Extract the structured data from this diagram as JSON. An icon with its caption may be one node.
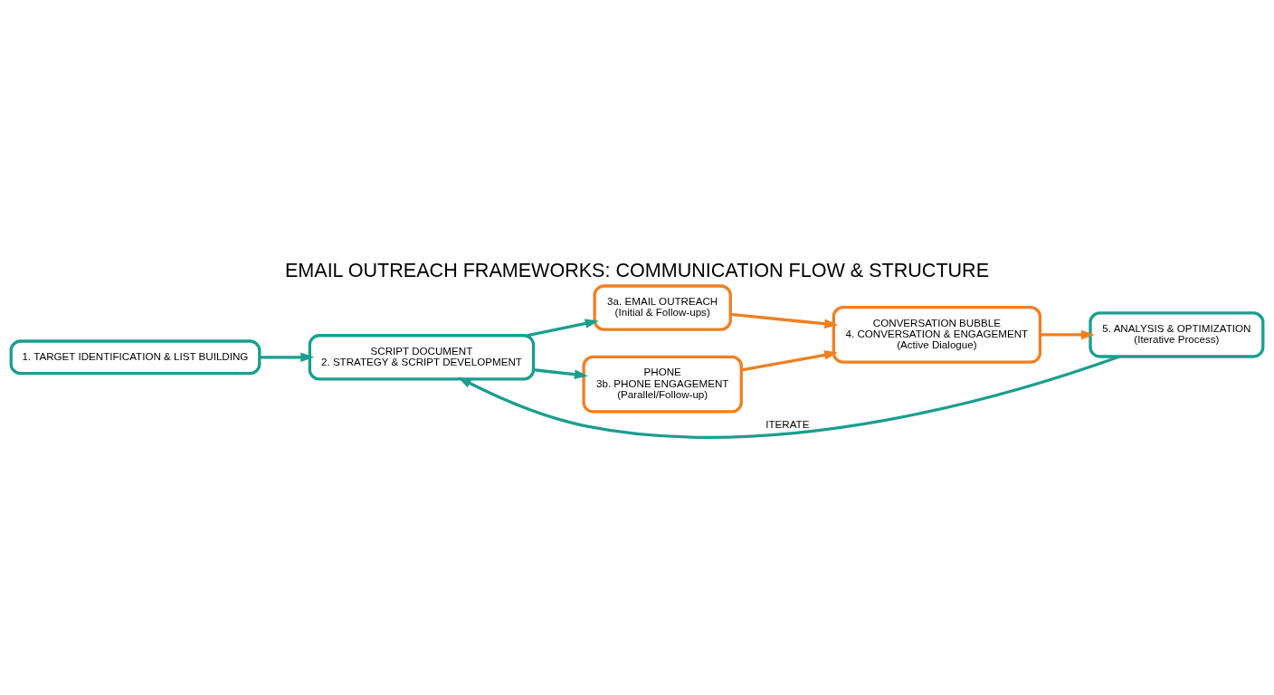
{
  "diagram": {
    "title": "EMAIL OUTREACH FRAMEWORKS: COMMUNICATION FLOW & STRUCTURE",
    "nodes": [
      {
        "text": [
          "1. TARGET IDENTIFICATION & LIST BUILDING"
        ]
      },
      {
        "text": [
          "SCRIPT DOCUMENT",
          "2. STRATEGY & SCRIPT DEVELOPMENT"
        ]
      },
      {
        "text": [
          "3a. EMAIL OUTREACH",
          "(Initial & Follow-ups)"
        ]
      },
      {
        "text": [
          "PHONE",
          "3b. PHONE ENGAGEMENT",
          "(Parallel/Follow-up)"
        ]
      },
      {
        "text": [
          "CONVERSATION BUBBLE",
          "4. CONVERSATION & ENGAGEMENT",
          "(Active Dialogue)"
        ]
      },
      {
        "text": [
          "5. ANALYSIS & OPTIMIZATION",
          "(Iterative Process)"
        ]
      }
    ],
    "edges": [
      {
        "from": 0,
        "to": 1,
        "arrow": "to"
      },
      {
        "from": 1,
        "to": 2,
        "arrow": "to"
      },
      {
        "from": 1,
        "to": 3,
        "arrow": "to"
      },
      {
        "from": 2,
        "to": 4,
        "arrow": "to",
        "color": "#f07f22"
      },
      {
        "from": 3,
        "to": 4,
        "arrow": "to",
        "color": "#f07f22"
      },
      {
        "from": 4,
        "to": 5,
        "arrow": "to",
        "color": "#f07f22"
      },
      {
        "from": 5,
        "to": 1,
        "arrow": "to",
        "label": "ITERATE"
      }
    ]
  }
}
